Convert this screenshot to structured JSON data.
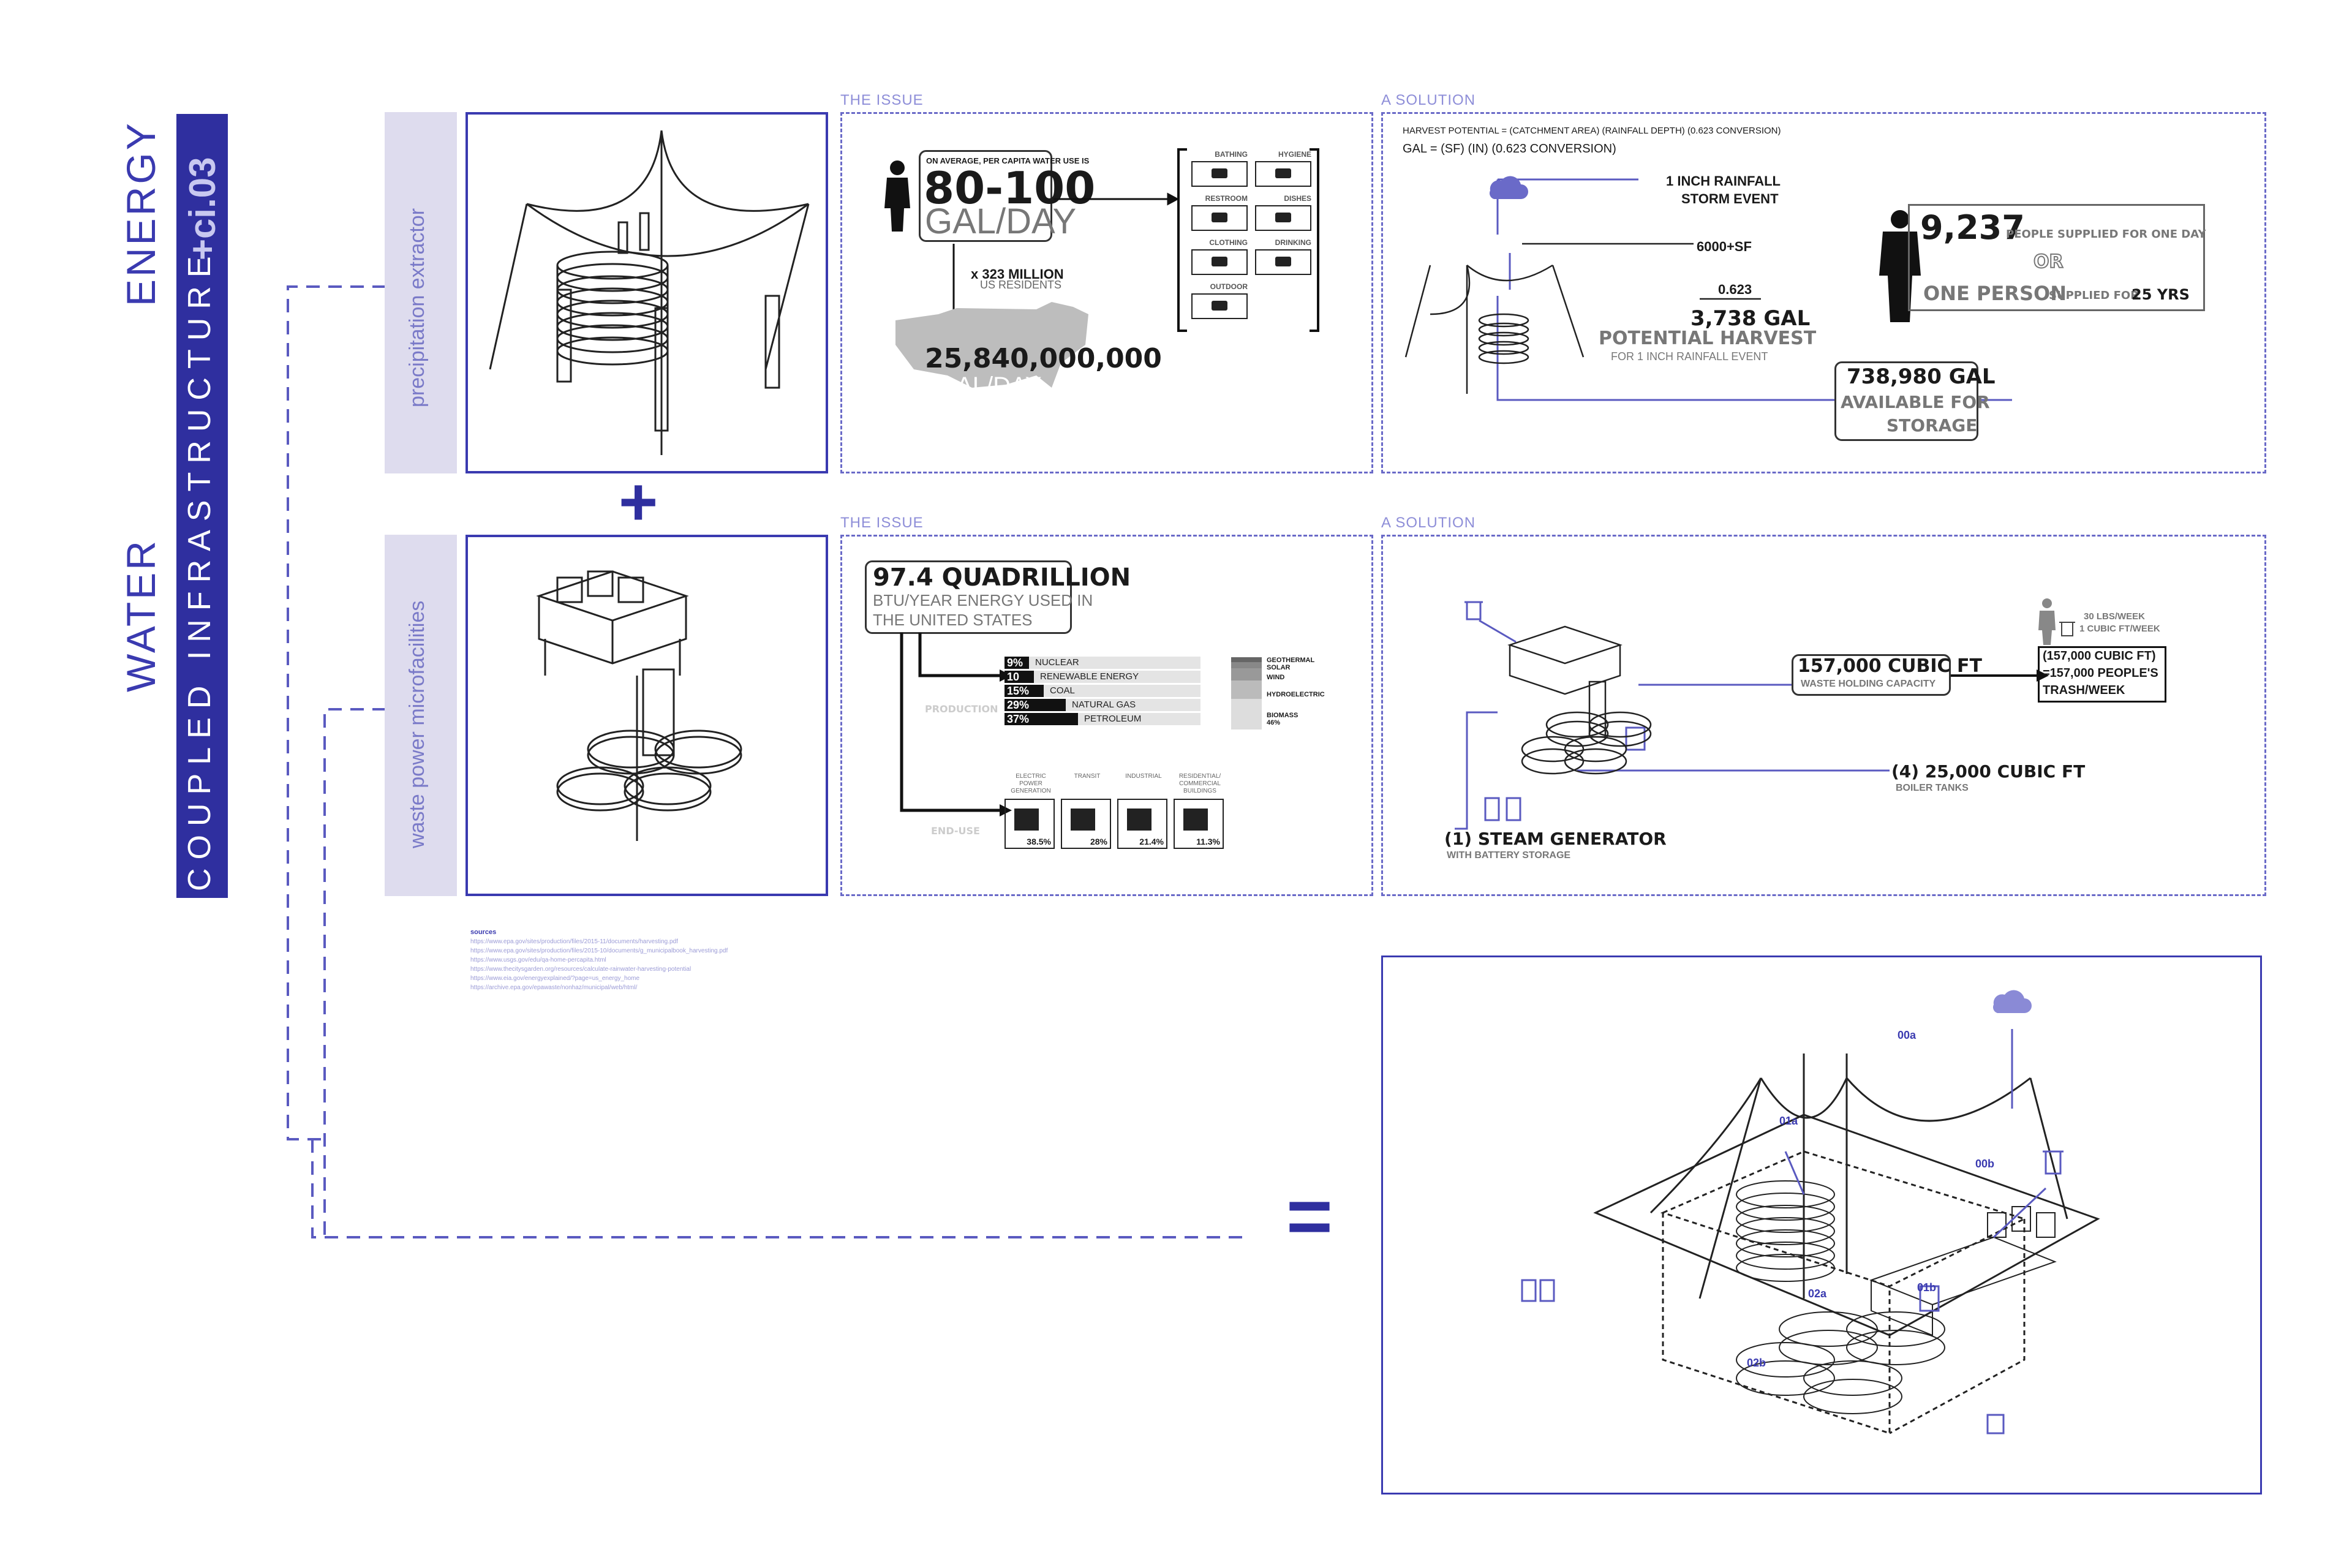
{
  "title": {
    "water": "WATER",
    "energy": "ENERGY",
    "sub": "COUPLED INFRASTRUCTURE",
    "code": "+ci.03"
  },
  "rows": {
    "precip_label": "precipitation extractor",
    "waste_label": "waste power microfacilities",
    "plus": "+",
    "equals": "="
  },
  "issue1": {
    "section": "THE ISSUE",
    "avg_caption": "ON AVERAGE, PER CAPITA WATER USE IS",
    "range": "80-100",
    "unit": "GAL/DAY",
    "mult": "x 323 MILLION",
    "residents": "US RESIDENTS",
    "total": "25,840,000,000",
    "total_unit": "GAL/DAY",
    "uses": [
      "BATHING",
      "HYGIENE",
      "RESTROOM",
      "DISHES",
      "CLOTHING",
      "DRINKING",
      "OUTDOOR"
    ]
  },
  "solution1": {
    "section": "A SOLUTION",
    "formula1": "HARVEST POTENTIAL = (CATCHMENT AREA) (RAINFALL DEPTH) (0.623 CONVERSION)",
    "formula2": "GAL = (SF) (IN) (0.623 CONVERSION)",
    "rain_a": "1 INCH RAINFALL",
    "rain_b": "STORM EVENT",
    "area": "6000+SF",
    "factor": "0.623",
    "harvest": "3,738 GAL",
    "harvest_label": "POTENTIAL HARVEST",
    "harvest_sub": "FOR 1 INCH RAINFALL EVENT",
    "storage_val": "738,980 GAL",
    "storage_a": "AVAILABLE FOR",
    "storage_b": "STORAGE",
    "people_val": "9,237",
    "people_txt": "PEOPLE SUPPLIED FOR ONE DAY",
    "or": "OR",
    "one_person": "ONE PERSON",
    "supplied": "SUPPLIED FOR",
    "years": "25 YRS"
  },
  "issue2": {
    "section": "THE ISSUE",
    "quad": "97.4 QUADRILLION",
    "btu_a": "BTU/YEAR ENERGY USED IN",
    "btu_b": "THE UNITED STATES",
    "production": "PRODUCTION",
    "enduse": "END-USE",
    "sources": [
      {
        "pct": "9%",
        "name": "NUCLEAR"
      },
      {
        "pct": "10",
        "name": "RENEWABLE ENERGY"
      },
      {
        "pct": "15%",
        "name": "COAL"
      },
      {
        "pct": "29%",
        "name": "NATURAL GAS"
      },
      {
        "pct": "37%",
        "name": "PETROLEUM"
      }
    ],
    "renew": [
      "GEOTHERMAL",
      "SOLAR",
      "WIND",
      "HYDROELECTRIC",
      "BIOMASS",
      "46%"
    ],
    "sectors": [
      {
        "name_a": "ELECTRIC",
        "name_b": "POWER",
        "name_c": "GENERATION",
        "pct": "38.5%"
      },
      {
        "name_a": "TRANSIT",
        "name_b": "",
        "name_c": "",
        "pct": "28%"
      },
      {
        "name_a": "INDUSTRIAL",
        "name_b": "",
        "name_c": "",
        "pct": "21.4%"
      },
      {
        "name_a": "RESIDENTIAL/",
        "name_b": "COMMERCIAL",
        "name_c": "BUILDINGS",
        "pct": "11.3%"
      }
    ]
  },
  "solution2": {
    "section": "A SOLUTION",
    "cubic": "157,000 CUBIC FT",
    "cubic_sub": "WASTE HOLDING CAPACITY",
    "lbs": "30 LBS/WEEK",
    "cuft": "1 CUBIC FT/WEEK",
    "eq_a": "(157,000 CUBIC FT)",
    "eq_b": "=157,000 PEOPLE'S",
    "eq_c": "TRASH/WEEK",
    "boiler": "(4) 25,000 CUBIC FT",
    "boiler_sub": "BOILER TANKS",
    "steam": "(1) STEAM GENERATOR",
    "steam_sub": "WITH BATTERY STORAGE"
  },
  "sources": {
    "head": "sources",
    "lines": [
      "https://www.epa.gov/sites/production/files/2015-11/documents/harvesting.pdf",
      "https://www.epa.gov/sites/production/files/2015-10/documents/g_municipalbook_harvesting.pdf",
      "https://www.usgs.gov/edu/qa-home-percapita.html",
      "https://www.thecitysgarden.org/resources/calculate-rainwater-harvesting-potential",
      "https://www.eia.gov/energyexplained/?page=us_energy_home",
      "https://archive.epa.gov/epawaste/nonhaz/municipal/web/html/"
    ]
  },
  "final": {
    "labels": [
      "00a",
      "01a",
      "00b",
      "02a",
      "01b",
      "02b"
    ]
  },
  "colors": {
    "accent": "#3a3ab0",
    "lavender": "#dedcee",
    "grey": "#9a9a9a"
  }
}
